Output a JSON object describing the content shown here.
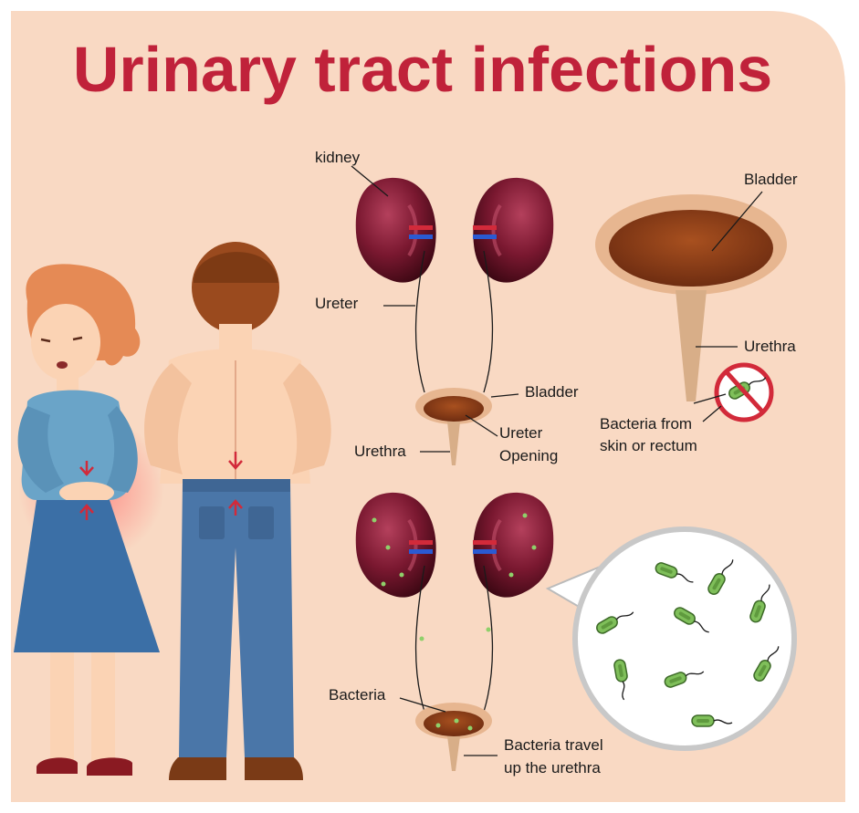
{
  "title": "Urinary tract infections",
  "colors": {
    "background": "#f9d9c3",
    "title": "#c0223a",
    "kidney": "#7a1830",
    "bladder_fill": "#8a3a1a",
    "bacteria": "#7fbf5a",
    "no_sign": "#d22a3a"
  },
  "labels": {
    "kidney": "kidney",
    "ureter": "Ureter",
    "bladder_top": "Bladder",
    "ureter_opening_1": "Ureter",
    "ureter_opening_2": "Opening",
    "urethra_top": "Urethra",
    "bladder_right": "Bladder",
    "urethra_right": "Urethra",
    "bacteria_from_1": "Bacteria from",
    "bacteria_from_2": "skin or rectum",
    "bacteria_bottom": "Bacteria",
    "bacteria_travel_1": "Bacteria travel",
    "bacteria_travel_2": "up the urethra"
  },
  "icons": [
    "woman-abdominal-pain-icon",
    "man-back-pain-icon",
    "kidney-icon",
    "bladder-icon",
    "bacteria-icon",
    "no-sign-icon",
    "magnifier-circle-icon"
  ]
}
